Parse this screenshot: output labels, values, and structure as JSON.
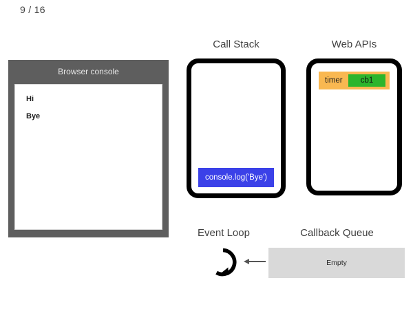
{
  "slide": {
    "counter": "9 / 16"
  },
  "console": {
    "title": "Browser console",
    "lines": [
      "Hi",
      "Bye"
    ]
  },
  "call_stack": {
    "title": "Call Stack",
    "frames": [
      {
        "label": "console.log('Bye')",
        "color": "#3b41e8"
      }
    ]
  },
  "web_apis": {
    "title": "Web APIs",
    "entries": [
      {
        "label": "timer",
        "callback": "cb1",
        "color": "#f9b851",
        "callback_color": "#2cb52c"
      }
    ]
  },
  "event_loop": {
    "title": "Event Loop",
    "icon": "circular-arrow-icon"
  },
  "callback_queue": {
    "title": "Callback Queue",
    "status": "Empty",
    "color": "#d9d9d9"
  },
  "arrow": {
    "name": "queue-to-event-loop-arrow",
    "direction": "left"
  }
}
